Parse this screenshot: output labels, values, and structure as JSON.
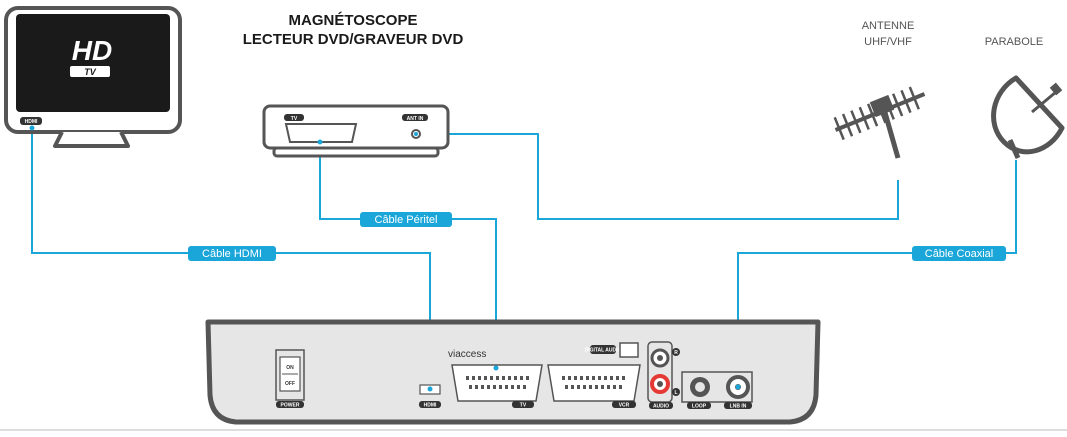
{
  "titles": {
    "recorder_line1": "MAGNÉTOSCOPE",
    "recorder_line2": "LECTEUR DVD/GRAVEUR DVD",
    "antenna_line1": "ANTENNE",
    "antenna_line2": "UHF/VHF",
    "dish": "PARABOLE"
  },
  "tv": {
    "logo_main": "HD",
    "logo_sub": "TV",
    "port": "HDMI"
  },
  "recorder_ports": {
    "tv": "TV",
    "ant_in": "ANT IN"
  },
  "cables": {
    "hdmi": "Câble HDMI",
    "peritel": "Câble Péritel",
    "coaxial": "Câble Coaxial"
  },
  "receiver": {
    "brand": "viaccess",
    "switch_on": "ON",
    "switch_off": "OFF",
    "labels": {
      "power": "POWER",
      "hdmi": "HDMI",
      "tv": "TV",
      "vcr": "VCR",
      "digital_audio": "DIGITAL AUDIO",
      "audio": "AUDIO",
      "r": "R",
      "l": "L",
      "loop": "LOOP",
      "lnb_in": "LNB IN"
    }
  },
  "colors": {
    "cable": "#1ba6d9",
    "outline": "#555555",
    "panel": "#e6e6e6"
  }
}
